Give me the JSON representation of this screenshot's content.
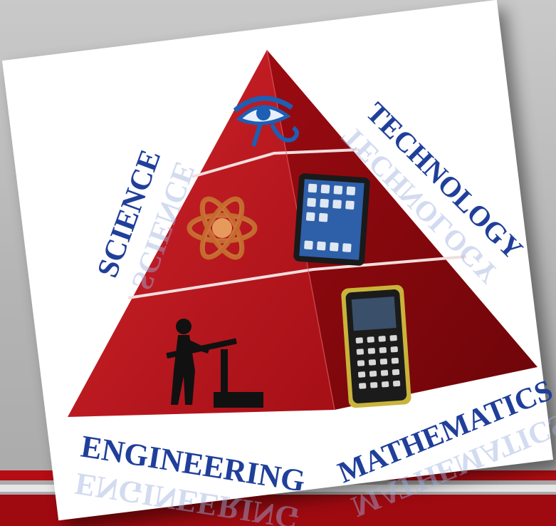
{
  "labels": {
    "top_left": "SCIENCE",
    "top_right": "TECHNOLOGY",
    "bottom_left": "ENGINEERING",
    "bottom_right": "MATHEMATICS"
  },
  "icons": {
    "apex": "eye-of-horus-icon",
    "middle_left": "atom-icon",
    "middle_right": "tablet-icon",
    "bottom_left": "engineer-at-drafting-table-icon",
    "bottom_right": "graphing-calculator-icon"
  },
  "colors": {
    "pyramid_left": "#b8141b",
    "pyramid_right": "#7e070c",
    "label_blue": "#1f3f9a",
    "stripe_red": "#b40d14"
  }
}
